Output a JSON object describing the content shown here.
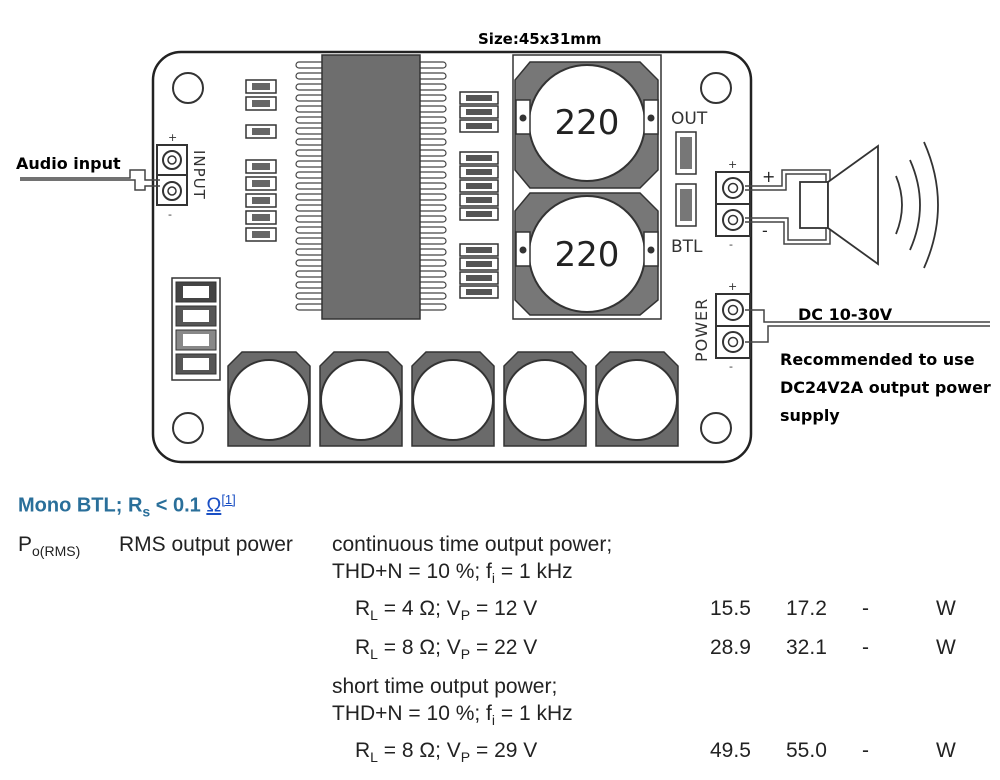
{
  "board": {
    "size_label": "Size:45x31mm",
    "inductor_top_label": "220",
    "inductor_bottom_label": "220",
    "input_label": "INPUT",
    "out_label": "OUT",
    "btl_label": "BTL",
    "power_label": "POWER",
    "plus_sign": "+",
    "minus_sign": "-"
  },
  "callouts": {
    "audio_input": "Audio input",
    "dc_range": "DC 10-30V",
    "recommend_line1": "Recommended to use",
    "recommend_line2": "DC24V2A output power",
    "recommend_line3": "supply"
  },
  "spec": {
    "title_main": "Mono BTL; R",
    "title_sub": "s",
    "title_tail": " < 0.1 ",
    "title_unit": "Ω",
    "title_ref": "[1]",
    "symbol_main": "P",
    "symbol_sub": "o(RMS)",
    "parameter": "RMS output power",
    "cond1_line1": "continuous time output power;",
    "cond1_line2_a": "THD+N = 10 %; f",
    "cond1_line2_sub": "i",
    "cond1_line2_b": " = 1 kHz",
    "cond2_line1": "short time output power;",
    "cond2_line2_a": "THD+N = 10 %; f",
    "cond2_line2_sub": "i",
    "cond2_line2_b": " = 1 kHz",
    "rows": [
      {
        "rl_main": "R",
        "rl_sub": "L",
        "rl_tail": " = 4 Ω; V",
        "vp_sub": "P",
        "vp_tail": " = 12 V",
        "min": "15.5",
        "typ": "17.2",
        "max": "-",
        "unit": "W"
      },
      {
        "rl_main": "R",
        "rl_sub": "L",
        "rl_tail": " = 8 Ω; V",
        "vp_sub": "P",
        "vp_tail": " = 22 V",
        "min": "28.9",
        "typ": "32.1",
        "max": "-",
        "unit": "W"
      },
      {
        "rl_main": "R",
        "rl_sub": "L",
        "rl_tail": " = 8 Ω; V",
        "vp_sub": "P",
        "vp_tail": " = 29 V",
        "min": "49.5",
        "typ": "55.0",
        "max": "-",
        "unit": "W"
      }
    ]
  }
}
